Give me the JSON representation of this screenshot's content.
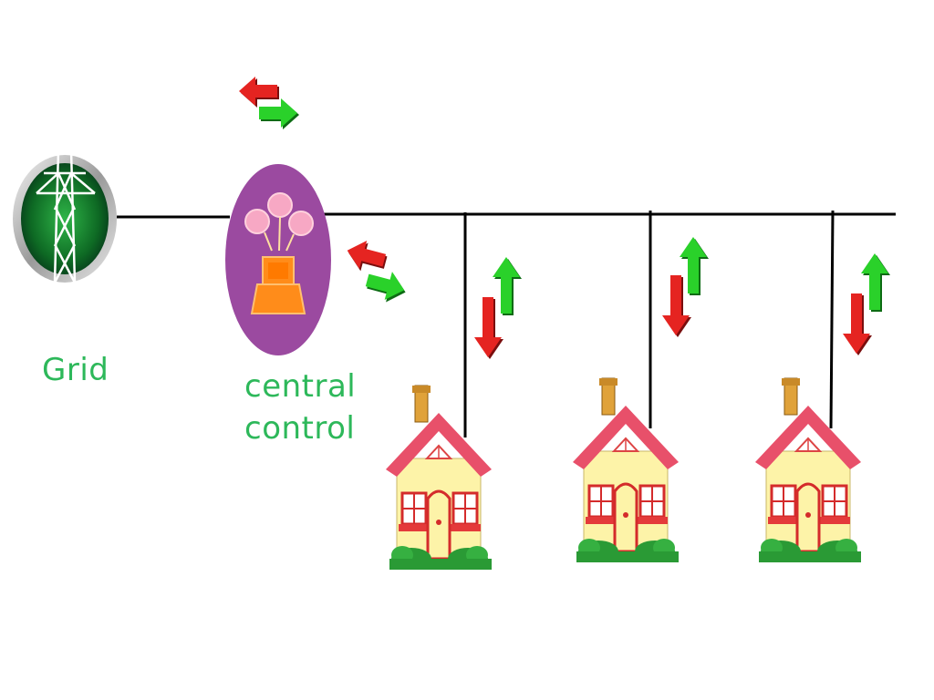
{
  "labels": {
    "grid": "Grid",
    "central_line1": "central",
    "central_line2": "control"
  },
  "colors": {
    "label_green": "#2db85a",
    "arrow_red": "#e52421",
    "arrow_green": "#2ad12a",
    "controller_purple": "#9b4aa0",
    "roof": "#e8506a",
    "wall": "#fdf3a8",
    "bush": "#2a9a35"
  },
  "icons": {
    "grid": "power-pylon-icon",
    "controller": "central-control-icon",
    "house": "house-icon"
  }
}
